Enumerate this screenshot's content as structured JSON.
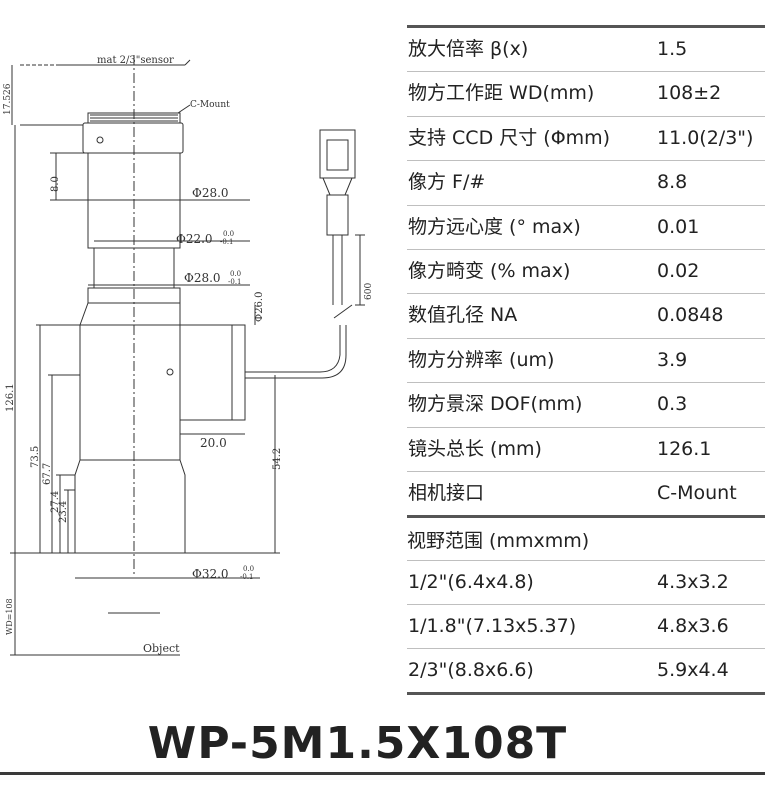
{
  "drawing": {
    "labels": {
      "sensor": "mat 2/3\"sensor",
      "cmount": "C-Mount",
      "d28_top": "Φ28.0",
      "d22": "Φ22.0",
      "d22_tol_up": "0.0",
      "d22_tol_dn": "-0.1",
      "d28_mid": "Φ28.0",
      "d28_tol_up": "0.0",
      "d28_tol_dn": "-0.1",
      "d26": "Φ26.0",
      "d32": "Φ32.0",
      "d32_tol_up": "0.0",
      "d32_tol_dn": "-0.1",
      "dim_17526": "17.526",
      "dim_8": "8.0",
      "dim_1261": "126.1",
      "dim_735": "73.5",
      "dim_677": "67.7",
      "dim_274": "27.4",
      "dim_234": "23.4",
      "dim_542": "54.2",
      "dim_20": "20.0",
      "dim_600": "600",
      "wd": "WD=108",
      "object": "Object"
    }
  },
  "specs": [
    {
      "label": "放大倍率 β(x)",
      "value": "1.5"
    },
    {
      "label": "物方工作距 WD(mm)",
      "value": "108±2"
    },
    {
      "label": "支持 CCD 尺寸 (Φmm)",
      "value": "11.0(2/3\")"
    },
    {
      "label": "像方 F/#",
      "value": "8.8"
    },
    {
      "label": "物方远心度 (° max)",
      "value": "0.01"
    },
    {
      "label": "像方畸变 (% max)",
      "value": "0.02"
    },
    {
      "label": "数值孔径 NA",
      "value": "0.0848"
    },
    {
      "label": "物方分辨率 (um)",
      "value": "3.9"
    },
    {
      "label": "物方景深 DOF(mm)",
      "value": "0.3"
    },
    {
      "label": "镜头总长 (mm)",
      "value": "126.1"
    },
    {
      "label": "相机接口",
      "value": "C-Mount"
    }
  ],
  "fov": {
    "header": "视野范围 (mmxmm)",
    "rows": [
      {
        "sensor": "1/2\"(6.4x4.8)",
        "value": "4.3x3.2"
      },
      {
        "sensor": "1/1.8\"(7.13x5.37)",
        "value": "4.8x3.6"
      },
      {
        "sensor": "2/3\"(8.8x6.6)",
        "value": "5.9x4.4"
      }
    ]
  },
  "model": "WP-5M1.5X108T"
}
